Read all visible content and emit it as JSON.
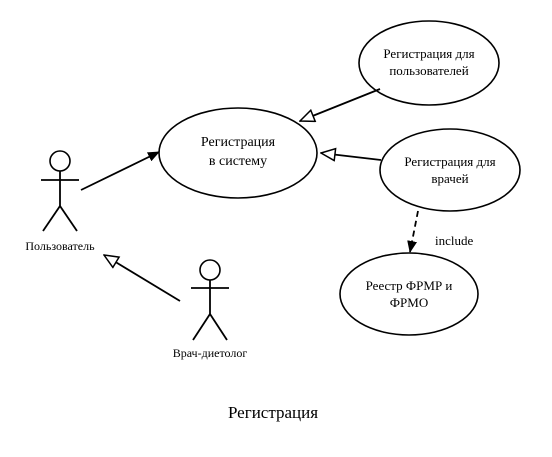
{
  "use_cases": {
    "user_registration": [
      "Регистрация для",
      "пользователей"
    ],
    "system_registration": [
      "Регистрация",
      "в систему"
    ],
    "doctor_registration": [
      "Регистрация для",
      "врачей"
    ],
    "registry": [
      "Реестр ФРМР и",
      "ФРМО"
    ]
  },
  "actors": {
    "user": "Пользователь",
    "dietitian": "Врач-диетолог"
  },
  "relations": {
    "include_label": "include"
  },
  "caption": "Регистрация"
}
